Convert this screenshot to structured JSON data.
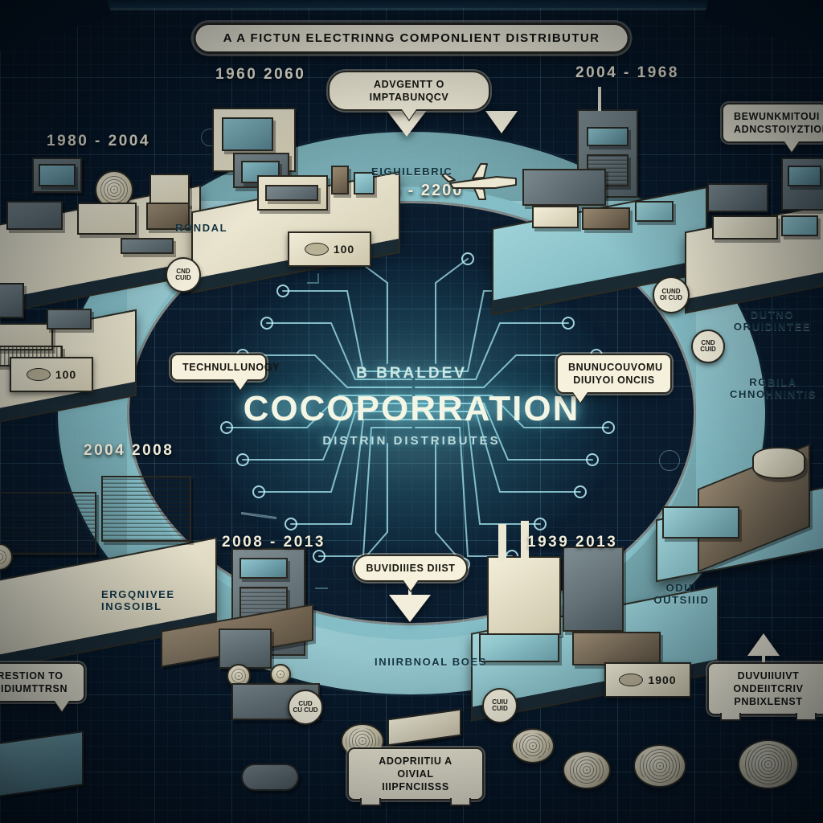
{
  "meta": {
    "doc_type": "infographic",
    "palette": {
      "background_navy": "#0a1a2c",
      "grid_line": "#7ad0e6",
      "ribbon_teal": "#8ecad2",
      "callout_cream": "#f6f1dc",
      "ink": "#2c2a22",
      "glow_cyan": "#96f0f5"
    }
  },
  "banner": {
    "title": "A A FICTUN ELECTRINNG COMPONLIENT DISTRIBUTUR"
  },
  "center": {
    "pre_title": "B BRALDEV",
    "title": "COCOPORRATION",
    "subtitle": "DISTRIN DISTRIBUTES",
    "year": "1986 - 2200"
  },
  "callouts": [
    {
      "id": "top-center",
      "text": "ADVGENTT O IMPTABUNQCV",
      "lines": [
        "ADVGENTT O IMPTABUNQCV"
      ]
    },
    {
      "id": "top-right",
      "text": "BEWUNKMITOUI ADNCSTOIYZTION",
      "lines": [
        "BEWUNKMITOUI",
        "ADNCSTOIYZTION"
      ]
    },
    {
      "id": "mid-left",
      "text": "TECHNULLUNOGY",
      "lines": [
        "TECHNULLUNOGY"
      ]
    },
    {
      "id": "mid-right",
      "text": "BNUNUCOUVOMU DIUIYOI ONCIIS",
      "lines": [
        "BNUNUCOUVOMU",
        "DIUIYOI ONCIIS"
      ]
    },
    {
      "id": "bottom-center",
      "text": "BUVIDIIIES DIIST",
      "lines": [
        "BUVIDIIIES DIIST"
      ]
    },
    {
      "id": "bottom-low",
      "text": "ADOPRIITIU A OIVIAL IIIPFNCIISSS",
      "lines": [
        "ADOPRIITIU A OIVIAL",
        "IIIPFNCIISSS"
      ]
    },
    {
      "id": "bottom-right",
      "text": "DUVUIIUIVT ONDEIITCRIV PNBIXLENST",
      "lines": [
        "DUVUIIUIVT ONDEIITCRIV",
        "PNBIXLENST"
      ]
    },
    {
      "id": "bottom-left",
      "text": "A IDIRESTION TO IVRGIIIDIUMTTRSN",
      "lines": [
        "A IDIRESTION TO",
        "IVRGIIIDIUMTTRSN"
      ]
    }
  ],
  "years": [
    {
      "id": "upper-left",
      "label": "1980 - 2004"
    },
    {
      "id": "top-left",
      "label": "1960 2060"
    },
    {
      "id": "top-right",
      "label": "2004 - 1968"
    },
    {
      "id": "lower-left",
      "label": "2004 2008"
    },
    {
      "id": "bottom-left",
      "label": "2008 - 2013"
    },
    {
      "id": "bottom-right",
      "label": "1939 2013"
    }
  ],
  "ribbon_labels": [
    {
      "id": "left-upper",
      "text": "RONDAL"
    },
    {
      "id": "top-inner",
      "text": "EIGUILEBRIC"
    },
    {
      "id": "right-upper",
      "text": "DUTNO ORUIDINTEE"
    },
    {
      "id": "right-lower",
      "text": "RGBILA CHNOHNINTIS"
    },
    {
      "id": "bottom-inner",
      "text": "INIIRBNOAL BOES"
    },
    {
      "id": "left-lower",
      "text": "ERGQNIVEE INGSOIBL"
    },
    {
      "id": "right-side",
      "text": "ODUI OUTSIIID"
    }
  ],
  "markers": [
    {
      "id": "marker-top-left",
      "number": "100"
    },
    {
      "id": "marker-left",
      "number": "100"
    },
    {
      "id": "marker-bottom-right",
      "number": "1900"
    }
  ],
  "nodes": [
    {
      "id": "node-left",
      "line1": "CND",
      "line2": "CUID"
    },
    {
      "id": "node-right-upper",
      "line1": "CUND",
      "line2": "OI CUD"
    },
    {
      "id": "node-right-lower",
      "line1": "CND",
      "line2": "CUID"
    },
    {
      "id": "node-bottom-left",
      "line1": "CUD",
      "line2": "CU CUD"
    },
    {
      "id": "node-bottom-mid",
      "line1": "CUIU",
      "line2": "CUID"
    }
  ]
}
